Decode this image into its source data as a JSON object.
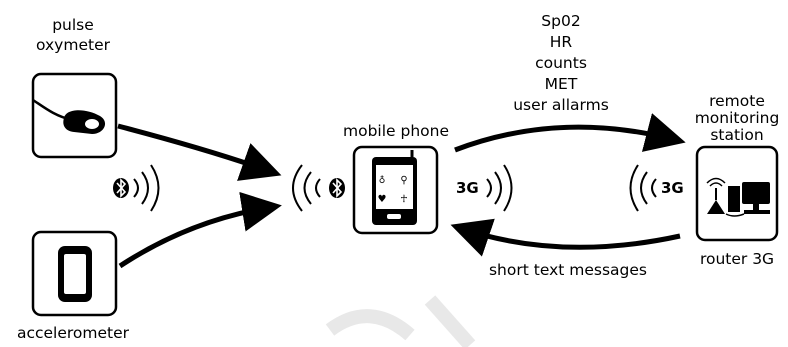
{
  "nodes": {
    "pulse_oximeter": {
      "label_line1": "pulse",
      "label_line2": "oxymeter"
    },
    "accelerometer": {
      "label": "accelerometer"
    },
    "mobile_phone": {
      "label": "mobile phone"
    },
    "remote_station": {
      "label_line1": "remote",
      "label_line2": "monitoring",
      "label_line3": "station",
      "sub_label": "router 3G"
    }
  },
  "links": {
    "uplink_items": [
      "Sp02",
      "HR",
      "counts",
      "MET",
      "user allarms"
    ],
    "downlink_label": "short text messages",
    "cellular_tag": "3G"
  },
  "icons": {
    "wireless_short_range": "bluetooth-icon",
    "signal_waves": "signal-waves-icon",
    "colors": {
      "stroke": "#000000",
      "background": "#ffffff",
      "watermark": "#e6e6e6"
    }
  }
}
